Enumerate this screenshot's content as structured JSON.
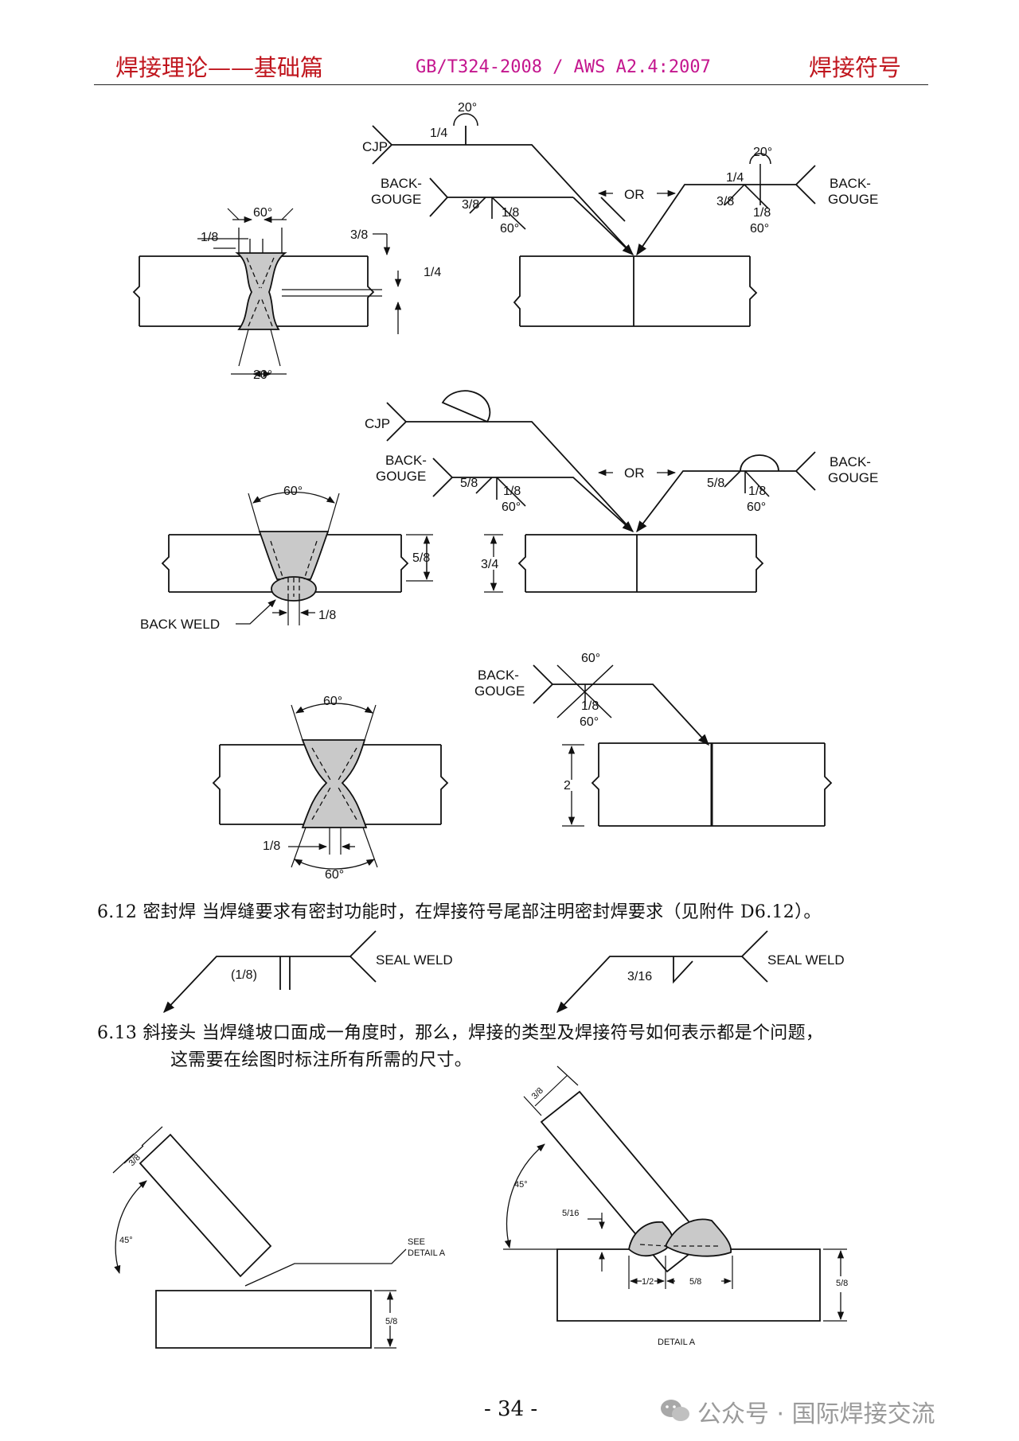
{
  "header": {
    "left": "焊接理论——基础篇",
    "middle": "GB/T324-2008 / AWS A2.4:2007",
    "right": "焊接符号"
  },
  "fig1": {
    "cjp": "CJP",
    "back": "BACK-",
    "gouge": "GOUGE",
    "or": "OR",
    "arrow_left": "←",
    "arrow_right": "→",
    "upper_angle": "20°",
    "upper_size": "1/4",
    "lower_depth": "3/8",
    "lower_root": "1/8",
    "lower_angle": "60°",
    "sec_top_angle": "60°",
    "sec_root_open": "1/8",
    "sec_depth_top": "3/8",
    "sec_depth_bot": "1/4",
    "sec_bot_angle": "20°"
  },
  "fig2": {
    "cjp": "CJP",
    "back": "BACK-",
    "gouge": "GOUGE",
    "or": "OR",
    "arrow_left": "←",
    "arrow_right": "→",
    "depth": "5/8",
    "root": "1/8",
    "angle": "60°",
    "thickness": "3/4",
    "sec_angle": "60°",
    "sec_depth": "5/8",
    "back_weld": "BACK WELD",
    "back_weld_size": "1/8"
  },
  "fig3": {
    "back": "BACK-",
    "gouge": "GOUGE",
    "top_angle": "60°",
    "root": "1/8",
    "bot_angle": "60°",
    "thickness": "2",
    "sec_top_angle": "60°",
    "sec_root": "1/8",
    "sec_bot_angle": "60°"
  },
  "sec612": {
    "text": "6.12 密封焊 当焊缝要求有密封功能时，在焊接符号尾部注明密封焊要求（见附件 D6.12）。"
  },
  "seal": {
    "left_size": "(1/8)",
    "left_label": "SEAL WELD",
    "right_size": "3/16",
    "right_label": "SEAL WELD"
  },
  "sec613": {
    "line1": "6.13 斜接头 当焊缝坡口面成一角度时，那么，焊接的类型及焊接符号如何表示都是个问题，",
    "line2": "这需要在绘图时标注所有所需的尺寸。"
  },
  "skew": {
    "left_thk": "3/8",
    "left_angle": "45°",
    "left_plate": "5/8",
    "see1": "SEE",
    "see2": "DETAIL A",
    "right_thk": "3/8",
    "right_angle": "45°",
    "right_gap": "5/16",
    "right_dim1": "1/2",
    "right_dim2": "5/8",
    "right_plate": "5/8",
    "detail": "DETAIL A"
  },
  "footer": {
    "page": "- 34 -",
    "watermark": "公众号 · 国际焊接交流"
  }
}
